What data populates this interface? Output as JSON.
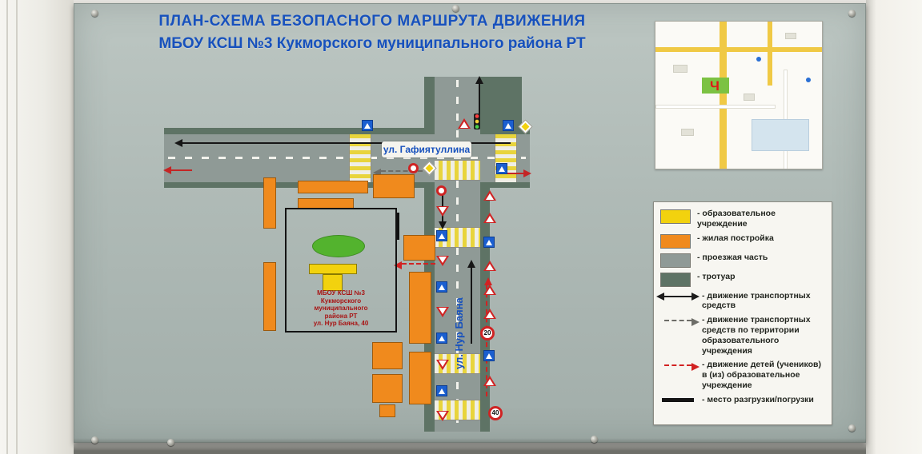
{
  "title": {
    "line1": "ПЛАН-СХЕМА БЕЗОПАСНОГО МАРШРУТА ДВИЖЕНИЯ",
    "line2": "МБОУ КСШ №3 Кукморского муниципального района РТ"
  },
  "inset_map": {
    "marker": "Ч"
  },
  "diagram": {
    "streets": {
      "gafiyatullina": "ул. Гафиятуллина",
      "nur_bayana": "ул. Нур Баяна"
    },
    "school": {
      "lines": [
        "МБОУ КСШ №3",
        "Кукморского",
        "муниципального",
        "района РТ",
        "ул. Нур Баяна, 40"
      ]
    },
    "signs": {
      "speed_20": "20",
      "speed_40": "40"
    }
  },
  "legend": {
    "items": [
      {
        "type": "swatch",
        "color": "#f2d20e",
        "label": "- образовательное учреждение"
      },
      {
        "type": "swatch",
        "color": "#f08a1d",
        "label": "- жилая постройка"
      },
      {
        "type": "swatch",
        "color": "#8f9a96",
        "label": "- проезжая часть"
      },
      {
        "type": "swatch",
        "color": "#5e7365",
        "label": "- тротуар"
      },
      {
        "type": "arrow-double-black",
        "label": "- движение транспортных средств"
      },
      {
        "type": "arrow-dashed-gray",
        "label": "- движение транспортных средств по территории образовательного учреждения"
      },
      {
        "type": "arrow-dashed-red",
        "label": "- движение детей (учеников) в (из) образовательное учреждение"
      },
      {
        "type": "thick-line-black",
        "label": "- место разгрузки/погрузки"
      }
    ]
  },
  "colors": {
    "title_blue": "#1751bd",
    "poster_background": "#afbab6",
    "road_gray": "#8f9a96",
    "sidewalk_green": "#5e7365"
  }
}
